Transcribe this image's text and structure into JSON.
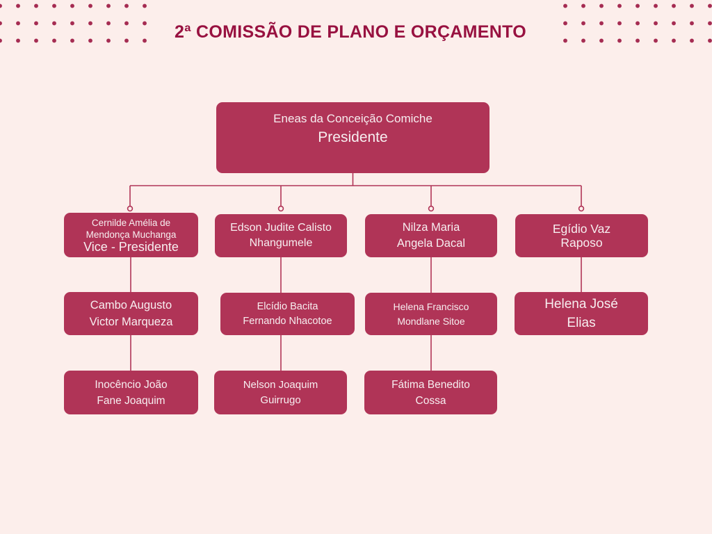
{
  "page": {
    "title": "2ª COMISSÃO DE PLANO E ORÇAMENTO"
  },
  "colors": {
    "background": "#fceeeb",
    "box": "#b03457",
    "box_text": "#f7eef0",
    "title_text": "#981140",
    "connector": "#b03457",
    "dots": "#a52c52"
  },
  "org": {
    "president": {
      "name": "Eneas da Conceição Comiche",
      "role": "Presidente"
    },
    "columns": [
      {
        "members": [
          {
            "name_lines": [
              "Cernilde Amélia de",
              "Mendonça Muchanga"
            ],
            "role": "Vice - Presidente"
          },
          {
            "name_lines": [
              "Cambo Augusto",
              "Victor Marqueza"
            ]
          },
          {
            "name_lines": [
              "Inocêncio João",
              "Fane Joaquim"
            ]
          }
        ]
      },
      {
        "members": [
          {
            "name_lines": [
              "Edson Judite Calisto",
              "Nhangumele"
            ]
          },
          {
            "name_lines": [
              "Elcídio Bacita",
              "Fernando Nhacotoe"
            ]
          },
          {
            "name_lines": [
              "Nelson Joaquim",
              "Guirrugo"
            ]
          }
        ]
      },
      {
        "members": [
          {
            "name_lines": [
              "Nilza Maria",
              "Angela Dacal"
            ]
          },
          {
            "name_lines": [
              "Helena Francisco",
              "Mondlane Sitoe"
            ]
          },
          {
            "name_lines": [
              "Fátima Benedito",
              "Cossa"
            ]
          }
        ]
      },
      {
        "members": [
          {
            "name_lines": [
              "Egídio Vaz",
              "Raposo"
            ]
          },
          {
            "name_lines": [
              "Helena José",
              "Elias"
            ]
          }
        ]
      }
    ]
  }
}
